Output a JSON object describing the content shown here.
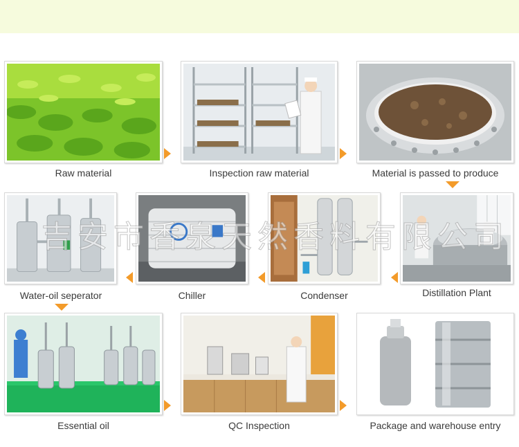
{
  "steps": [
    {
      "label": "Raw material"
    },
    {
      "label": "Inspection raw material"
    },
    {
      "label": "Material is passed to produce"
    },
    {
      "label": "Water-oil seperator"
    },
    {
      "label": "Chiller"
    },
    {
      "label": "Condenser"
    },
    {
      "label": "Distillation Plant"
    },
    {
      "label": "Essential oil"
    },
    {
      "label": "QC Inspection"
    },
    {
      "label": "Package and warehouse entry"
    }
  ],
  "watermark": "吉安市香泉天然香料有限公司",
  "colors": {
    "arrow": "#f39b2a",
    "top_band": "#f6fbdd"
  }
}
